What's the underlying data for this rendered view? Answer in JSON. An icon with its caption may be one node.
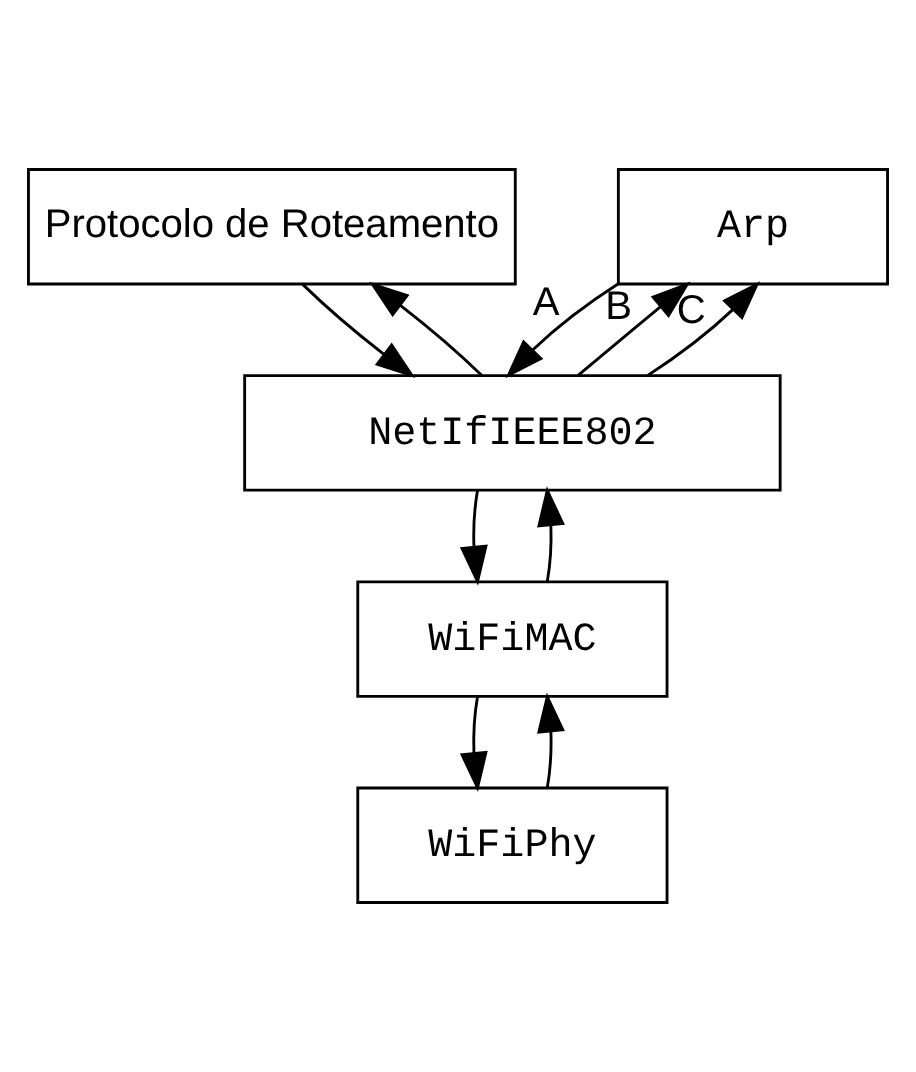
{
  "diagram": {
    "nodes": [
      {
        "text": [
          "Protocolo de Roteamento"
        ]
      },
      {
        "text": [
          "Arp"
        ]
      },
      {
        "text": [
          "NetIfIEEE802"
        ]
      },
      {
        "text": [
          "WiFiMAC"
        ]
      },
      {
        "text": [
          "WiFiPhy"
        ]
      }
    ],
    "edges": [
      {
        "from": 1,
        "to": 2,
        "arrow": "to",
        "label": "A"
      },
      {
        "from": 2,
        "to": 1,
        "arrow": "to",
        "label": "B"
      },
      {
        "from": 2,
        "to": 1,
        "arrow": "to",
        "label": "C"
      },
      {
        "from": 0,
        "to": 2,
        "arrow": "to"
      },
      {
        "from": 2,
        "to": 0,
        "arrow": "to"
      },
      {
        "from": 2,
        "to": 3,
        "arrow": "to"
      },
      {
        "from": 3,
        "to": 2,
        "arrow": "to"
      },
      {
        "from": 3,
        "to": 4,
        "arrow": "to"
      },
      {
        "from": 4,
        "to": 3,
        "arrow": "to"
      }
    ]
  }
}
